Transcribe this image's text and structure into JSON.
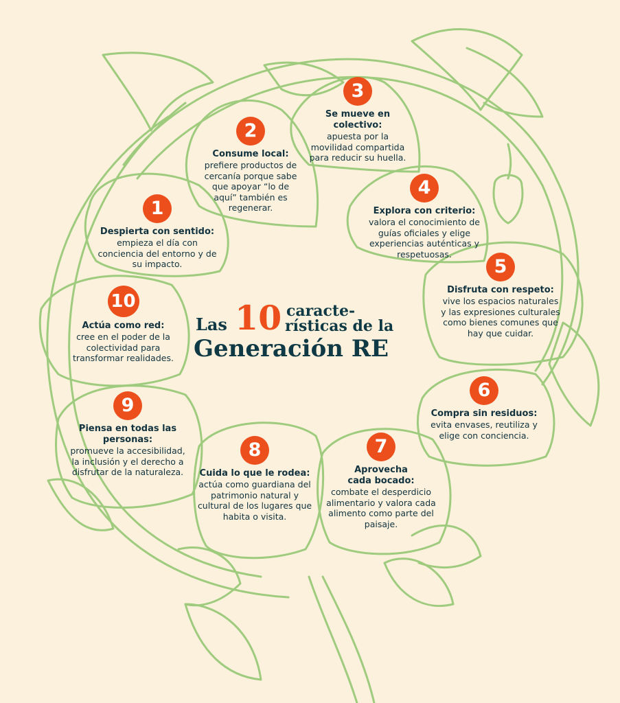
{
  "title": {
    "pre": "Las",
    "number": "10",
    "line1": "caracte-",
    "line2": "rísticas de la",
    "line3": "Generación RE"
  },
  "colors": {
    "background": "#fbf1dc",
    "accent": "#ec4e1c",
    "line": "#9fcb7e",
    "text": "#12333f"
  },
  "items": [
    {
      "number": "1",
      "heading": "Despierta con sentido:",
      "text": "empieza el día con conciencia del entorno y de su impacto."
    },
    {
      "number": "2",
      "heading": "Consume local:",
      "text": "prefiere productos de cercanía porque sabe que apoyar “lo de aquí” también es regenerar."
    },
    {
      "number": "3",
      "heading": "Se mueve en colectivo:",
      "text": "apuesta por la movilidad compartida para reducir su huella."
    },
    {
      "number": "4",
      "heading": "Explora con criterio:",
      "text": "valora el conocimiento de guías oficiales y elige experiencias auténticas y respetuosas."
    },
    {
      "number": "5",
      "heading": "Disfruta con respeto:",
      "text": "vive los espacios naturales y las expresiones culturales como bienes comunes que hay que cuidar."
    },
    {
      "number": "6",
      "heading": "Compra sin residuos:",
      "text": "evita envases, reutiliza y elige con conciencia."
    },
    {
      "number": "7",
      "heading": "Aprovecha cada bocado:",
      "text": "combate el desperdicio alimentario y valora cada alimento como parte del paisaje."
    },
    {
      "number": "8",
      "heading": "Cuida lo que le rodea:",
      "text": "actúa como guardiana del patrimonio natural y cultural de los lugares que habita o visita."
    },
    {
      "number": "9",
      "heading": "Piensa en todas las personas:",
      "text": "promueve la accesibilidad, la inclusión y el derecho a disfrutar de la naturaleza."
    },
    {
      "number": "10",
      "heading": "Actúa como red:",
      "text": "cree en el poder de la colectividad para transformar realidades."
    }
  ]
}
